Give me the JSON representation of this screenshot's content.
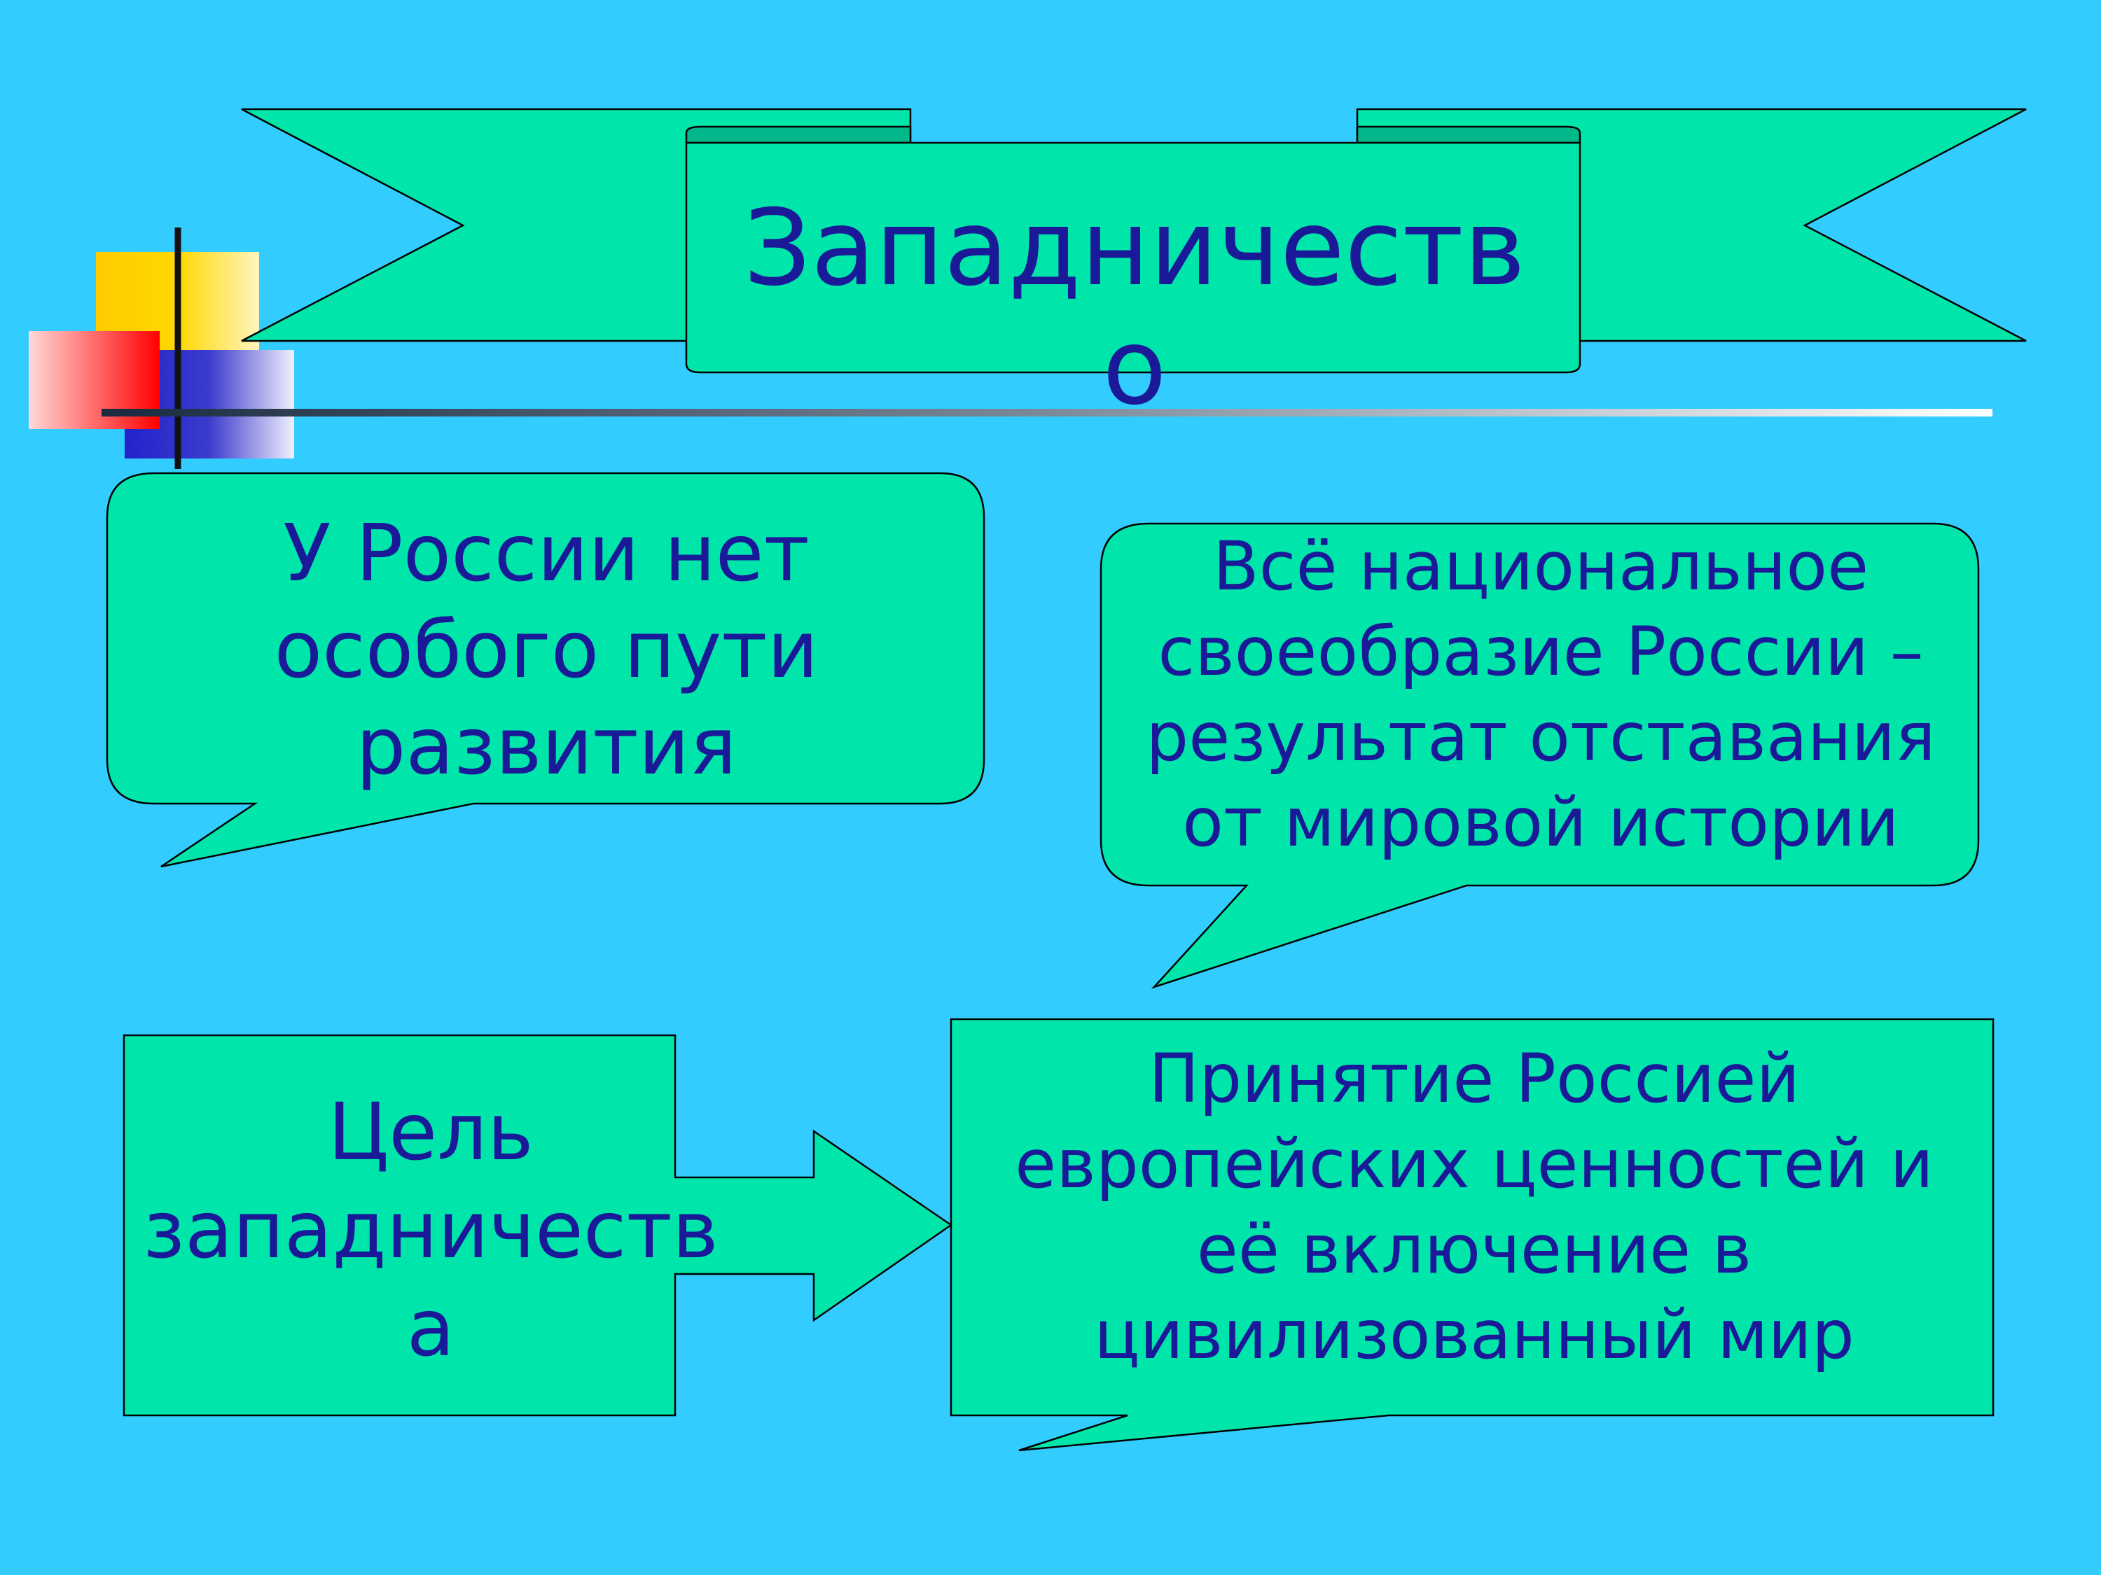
{
  "slide": {
    "title": "Западничеств\nо",
    "callout_left": "У России нет\nособого пути\nразвития",
    "callout_right": "Всё национальное\nсвоеобразие России –\nрезультат отставания\nот мировой истории",
    "goal_label": "Цель\nзападничеств\nа",
    "goal_result": "Принятие Россией\nевропейских ценностей и\nеё включение в\nцивилизованный мир"
  },
  "colors": {
    "background": "#33ccff",
    "shape_fill": "#00e6aa",
    "text": "#1a1a99"
  }
}
